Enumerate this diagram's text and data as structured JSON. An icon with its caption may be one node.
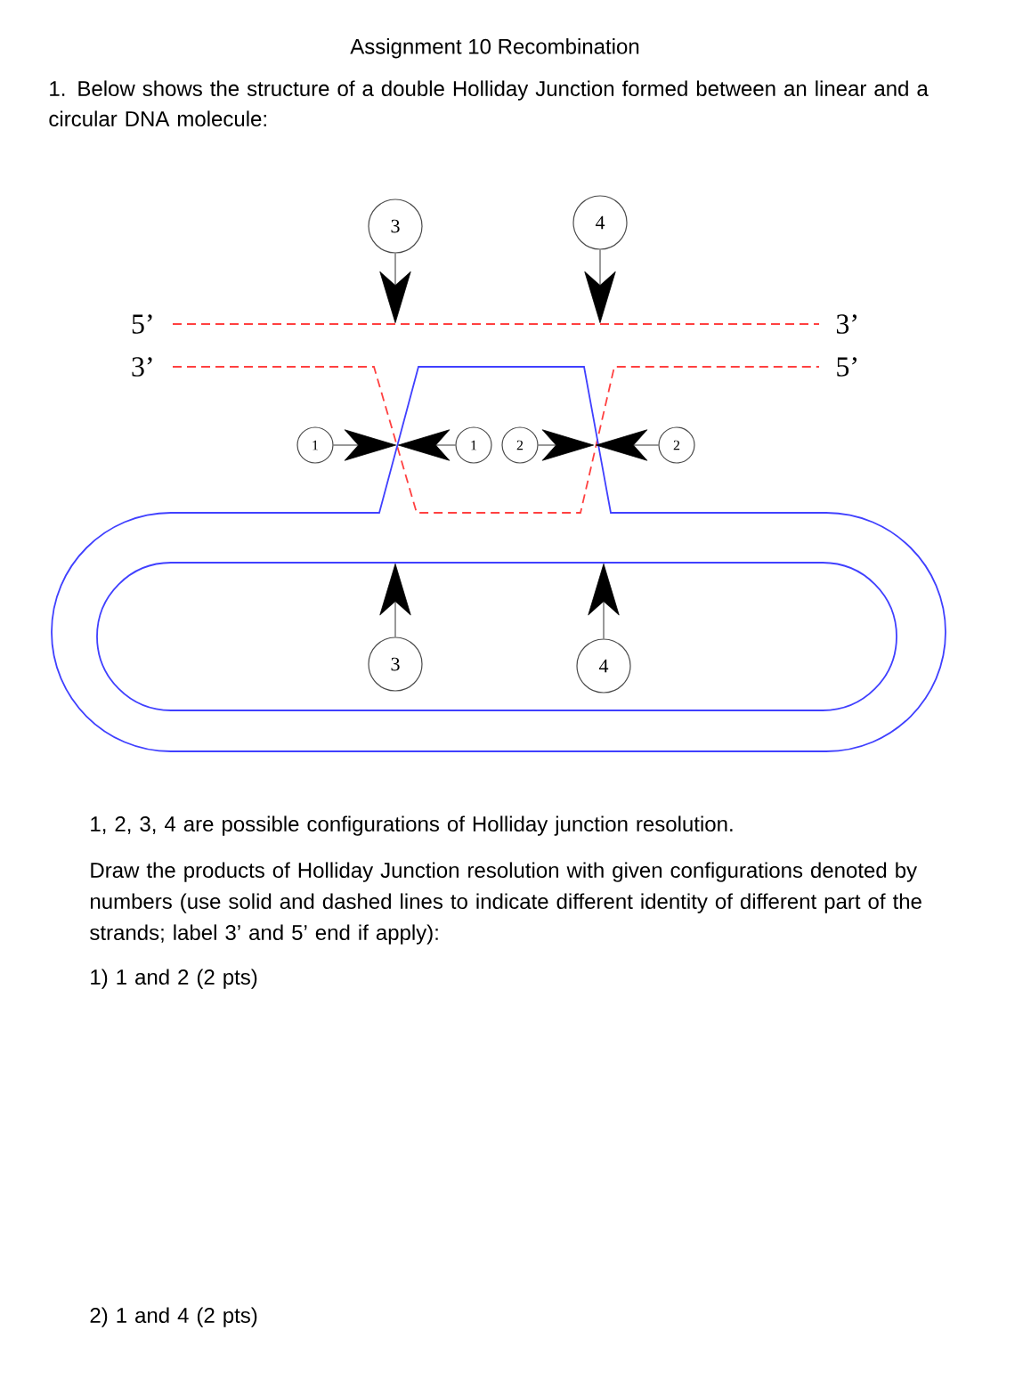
{
  "diagram": {
    "title": "Assignment 10 Recombination",
    "nodes": [
      {
        "text": [
          "3"
        ]
      },
      {
        "text": [
          "4"
        ]
      },
      {
        "text": [
          "1"
        ]
      },
      {
        "text": [
          "1"
        ]
      },
      {
        "text": [
          "2"
        ]
      },
      {
        "text": [
          "2"
        ]
      },
      {
        "text": [
          "3"
        ]
      },
      {
        "text": [
          "4"
        ]
      }
    ],
    "edges": [
      {
        "from": 0,
        "to": null,
        "arrow": "to"
      },
      {
        "from": 1,
        "to": null,
        "arrow": "to"
      },
      {
        "from": 2,
        "to": null,
        "arrow": "to"
      },
      {
        "from": 3,
        "to": null,
        "arrow": "to"
      },
      {
        "from": 4,
        "to": null,
        "arrow": "to"
      },
      {
        "from": 5,
        "to": null,
        "arrow": "to"
      },
      {
        "from": 6,
        "to": null,
        "arrow": "to"
      },
      {
        "from": 7,
        "to": null,
        "arrow": "to"
      }
    ],
    "labels": [
      "1. Below shows the structure of a double Holliday Junction formed between an linear and a circular DNA molecule:",
      "5’",
      "3’",
      "3’",
      "5’",
      "1, 2, 3, 4 are possible configurations of Holliday junction resolution.",
      "Draw the products of Holliday Junction resolution with given configurations denoted by numbers (use solid and dashed lines to indicate different identity of different part of the strands; label 3’ and 5’ end if apply):",
      "1) 1 and 2 (2 pts)",
      "2) 1 and 4 (2 pts)"
    ]
  }
}
